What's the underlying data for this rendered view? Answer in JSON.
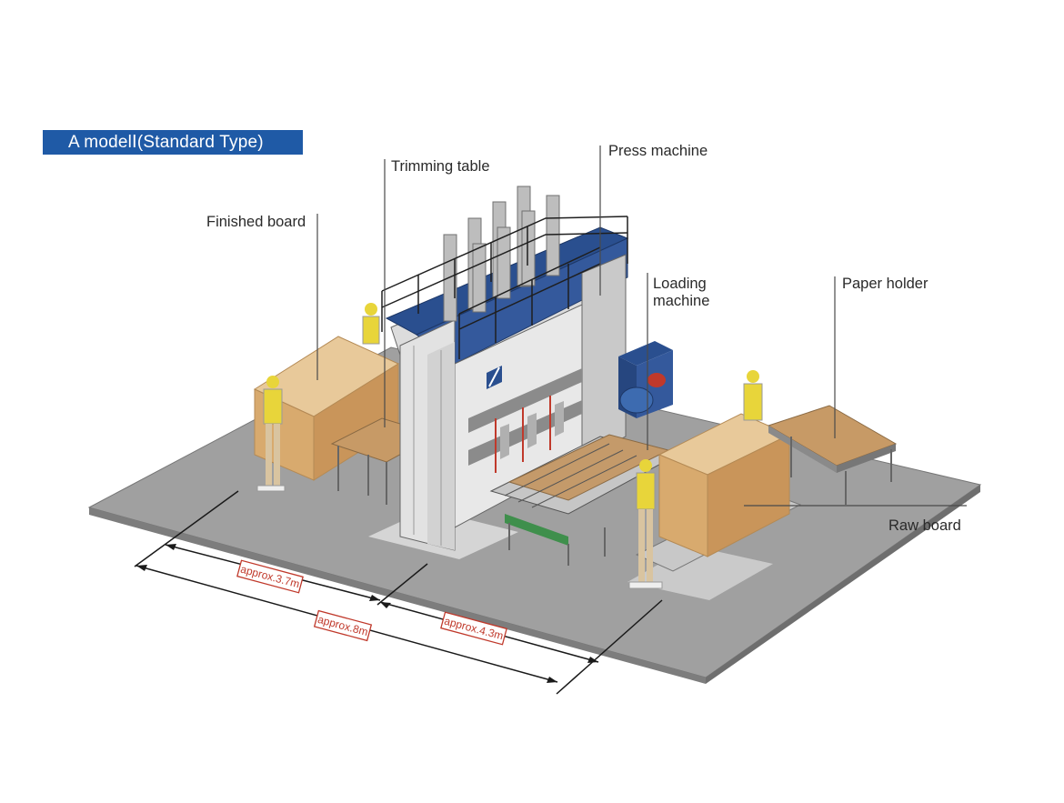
{
  "header": {
    "model_title": "A modelⅠ(Standard Type)"
  },
  "labels": {
    "trimming_table": "Trimming table",
    "press_machine": "Press machine",
    "finished_board": "Finished board",
    "loading_machine_line1": "Loading",
    "loading_machine_line2": "machine",
    "paper_holder": "Paper holder",
    "raw_board": "Raw board"
  },
  "dimensions": {
    "dim_a": "approx.3.7m",
    "dim_b": "approx.8m",
    "dim_c": "approx.4.3m"
  },
  "colors": {
    "badge_bg": "#1f5aa6",
    "floor": "#9a9a9a",
    "board": "#d9b07a",
    "press_blue": "#2a4f8f",
    "press_body": "#e6e6e6",
    "dimension_red": "#c0392b",
    "worker_vest": "#e8d53a"
  }
}
